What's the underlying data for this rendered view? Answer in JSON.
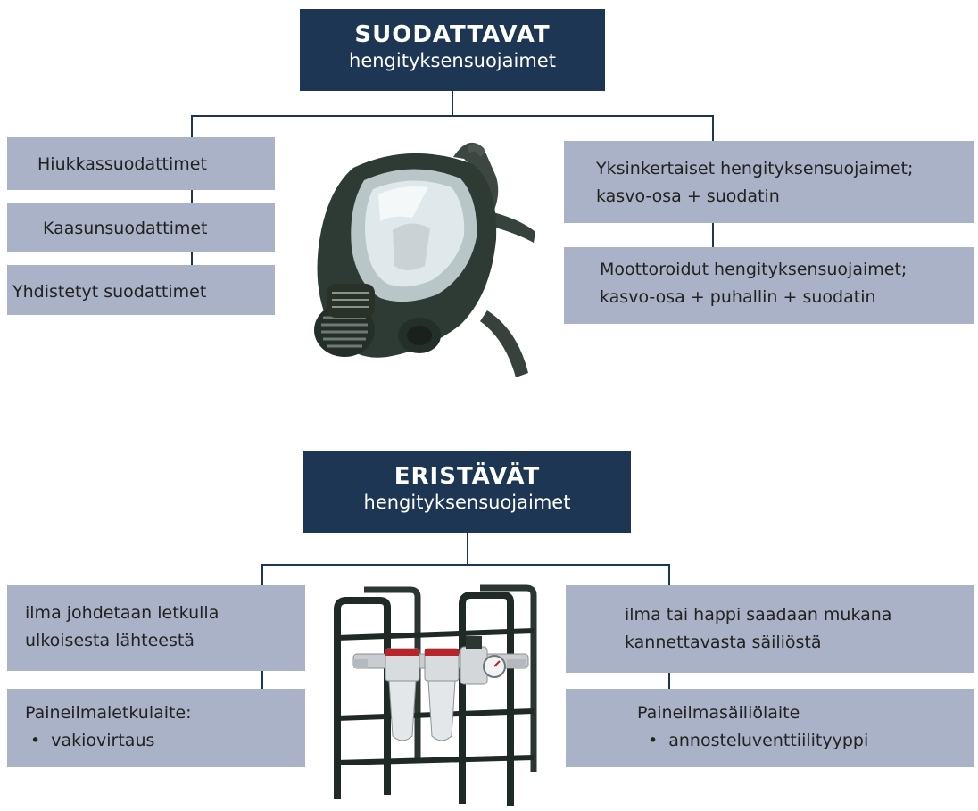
{
  "top": {
    "header": {
      "title": "SUODATTAVAT",
      "subtitle": "hengityksensuojaimet"
    },
    "left": [
      "Hiukkassuodattimet",
      "Kaasunsuodattimet",
      "Yhdistetyt suodattimet"
    ],
    "right": [
      {
        "line1": "Yksinkertaiset hengityksensuojaimet;",
        "line2": "kasvo-osa + suodatin"
      },
      {
        "line1": "Moottoroidut hengityksensuojaimet;",
        "line2": "kasvo-osa + puhallin + suodatin"
      }
    ],
    "image": "full-face-respirator-mask"
  },
  "bottom": {
    "header": {
      "title": "ERISTÄVÄT",
      "subtitle": "hengityksensuojaimet"
    },
    "left": [
      {
        "line1": "ilma johdetaan letkulla",
        "line2": "ulkoisesta lähteestä"
      },
      {
        "line1": "Paineilmaletkulaite:",
        "bullet": "vakiovirtaus"
      }
    ],
    "right": [
      {
        "line1": "ilma tai happi saadaan mukana",
        "line2": "kannettavasta säiliöstä"
      },
      {
        "line1": "Paineilmasäiliölaite",
        "bullet": "annosteluventtiilityyppi"
      }
    ],
    "image": "compressed-air-filter-unit"
  },
  "colors": {
    "header_bg": "#1d3653",
    "box_bg": "#a9b2c6",
    "text": "#222222",
    "header_text": "#ffffff"
  }
}
